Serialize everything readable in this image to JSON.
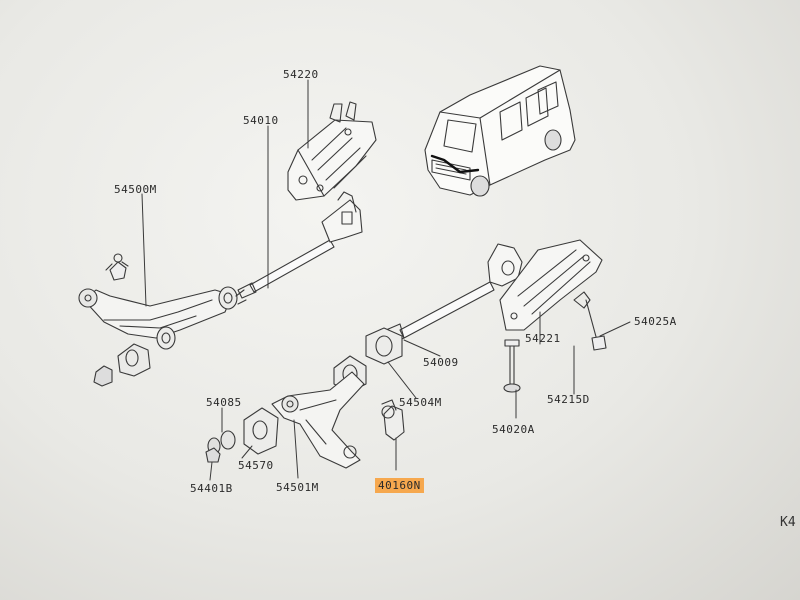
{
  "labels": {
    "p54220": "54220",
    "p54010": "54010",
    "p54500m": "54500M",
    "p54009": "54009",
    "p54504m": "54504M",
    "p54221": "54221",
    "p54025a": "54025A",
    "p54215d": "54215D",
    "p54020a": "54020A",
    "p54085": "54085",
    "p54570": "54570",
    "p54401b": "54401B",
    "p54501m": "54501M",
    "p40160n": "40160N"
  },
  "corner_ref": "K4",
  "colors": {
    "highlight": "#f6a84e",
    "line": "#3a3a3a"
  }
}
